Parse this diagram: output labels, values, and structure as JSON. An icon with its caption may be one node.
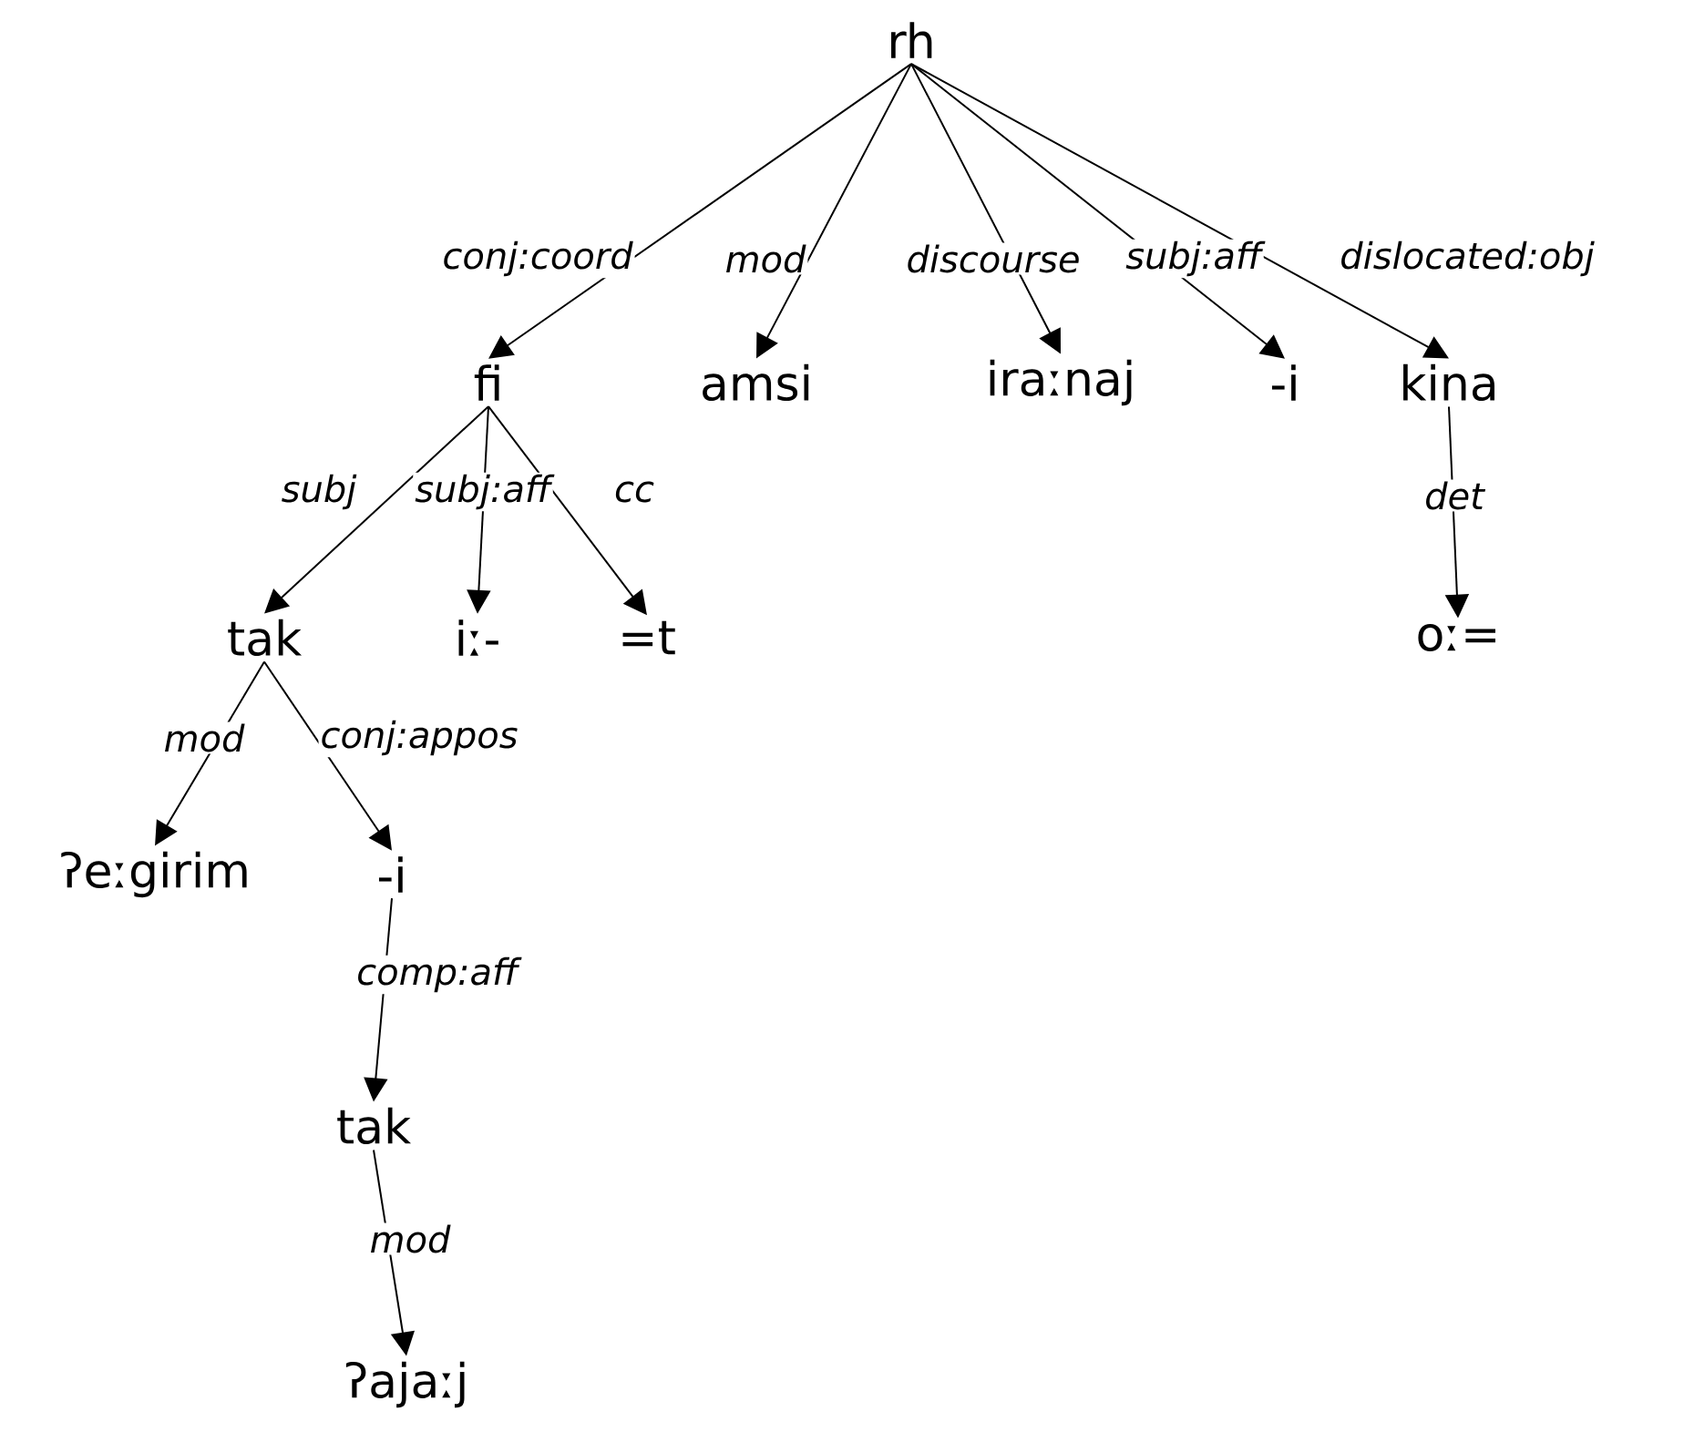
{
  "diagram": {
    "nodes": [
      {
        "text": [
          "rh"
        ]
      },
      {
        "text": [
          "fi"
        ]
      },
      {
        "text": [
          "amsi"
        ]
      },
      {
        "text": [
          "iraːnaj"
        ]
      },
      {
        "text": [
          "-i"
        ]
      },
      {
        "text": [
          "kina"
        ]
      },
      {
        "text": [
          "tak"
        ]
      },
      {
        "text": [
          "iː-"
        ]
      },
      {
        "text": [
          "=t"
        ]
      },
      {
        "text": [
          "oː="
        ]
      },
      {
        "text": [
          "ʔeːgirim"
        ]
      },
      {
        "text": [
          "-i"
        ]
      },
      {
        "text": [
          "tak"
        ]
      },
      {
        "text": [
          "ʔajaːj"
        ]
      }
    ],
    "edges": [
      {
        "from": 0,
        "to": 1,
        "arrow": "to",
        "label": "conj:coord"
      },
      {
        "from": 0,
        "to": 2,
        "arrow": "to",
        "label": "mod"
      },
      {
        "from": 0,
        "to": 3,
        "arrow": "to",
        "label": "discourse"
      },
      {
        "from": 0,
        "to": 4,
        "arrow": "to",
        "label": "subj:aff"
      },
      {
        "from": 0,
        "to": 5,
        "arrow": "to",
        "label": "dislocated:obj"
      },
      {
        "from": 1,
        "to": 6,
        "arrow": "to",
        "label": "subj"
      },
      {
        "from": 1,
        "to": 7,
        "arrow": "to",
        "label": "subj:aff"
      },
      {
        "from": 1,
        "to": 8,
        "arrow": "to",
        "label": "cc"
      },
      {
        "from": 5,
        "to": 9,
        "arrow": "to",
        "label": "det"
      },
      {
        "from": 6,
        "to": 10,
        "arrow": "to",
        "label": "mod"
      },
      {
        "from": 6,
        "to": 11,
        "arrow": "to",
        "label": "conj:appos"
      },
      {
        "from": 11,
        "to": 12,
        "arrow": "to",
        "label": "comp:aff"
      },
      {
        "from": 12,
        "to": 13,
        "arrow": "to",
        "label": "mod"
      }
    ]
  }
}
